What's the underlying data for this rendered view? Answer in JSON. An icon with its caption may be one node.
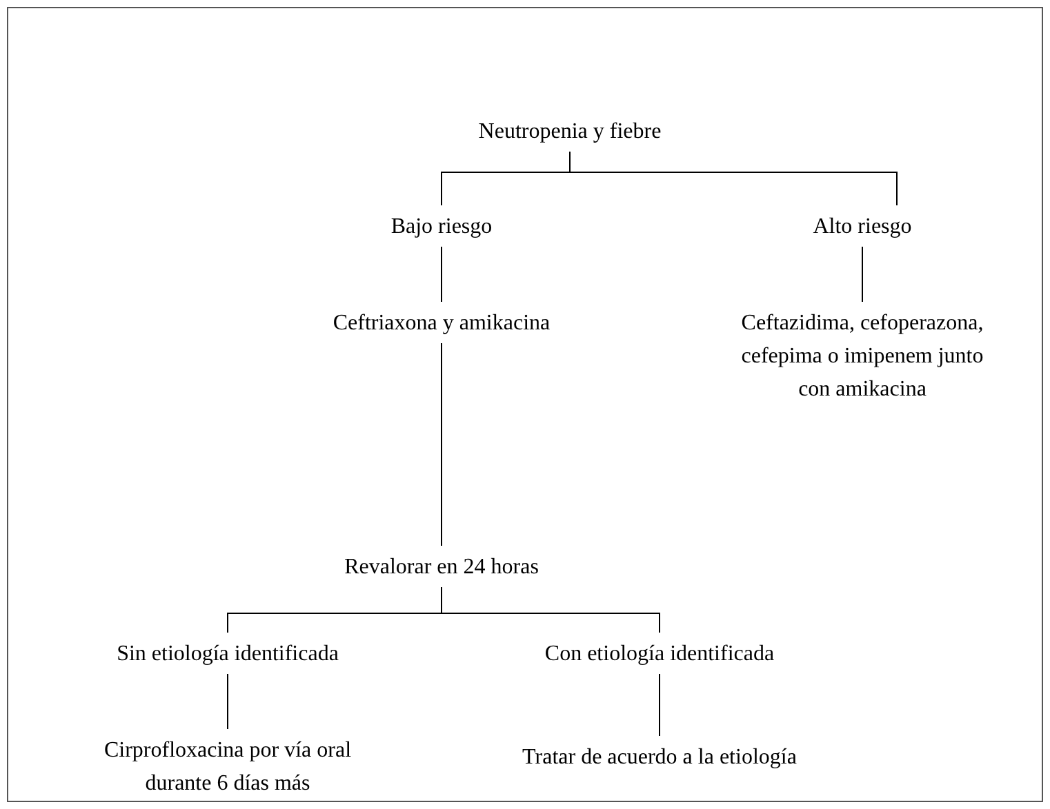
{
  "diagram": {
    "nodes": [
      {
        "text": [
          "Neutropenia y fiebre"
        ]
      },
      {
        "text": [
          "Bajo riesgo"
        ]
      },
      {
        "text": [
          "Alto riesgo"
        ]
      },
      {
        "text": [
          "Ceftriaxona y amikacina"
        ]
      },
      {
        "text": [
          "Ceftazidima, cefoperazona, cefepima o imipenem junto con amikacina"
        ]
      },
      {
        "text": [
          "Revalorar en 24 horas"
        ]
      },
      {
        "text": [
          "Sin etiología identificada"
        ]
      },
      {
        "text": [
          "Con etiología identificada"
        ]
      },
      {
        "text": [
          "Cirprofloxacina por vía oral durante 6 días más"
        ]
      },
      {
        "text": [
          "Tratar de acuerdo a la etiología"
        ]
      }
    ],
    "edges": [
      {
        "from": 0,
        "to": 1,
        "arrow": "none"
      },
      {
        "from": 0,
        "to": 2,
        "arrow": "none"
      },
      {
        "from": 1,
        "to": 3,
        "arrow": "none"
      },
      {
        "from": 2,
        "to": 4,
        "arrow": "none"
      },
      {
        "from": 3,
        "to": 5,
        "arrow": "none"
      },
      {
        "from": 5,
        "to": 6,
        "arrow": "none"
      },
      {
        "from": 5,
        "to": 7,
        "arrow": "none"
      },
      {
        "from": 6,
        "to": 8,
        "arrow": "none"
      },
      {
        "from": 7,
        "to": 9,
        "arrow": "none"
      }
    ]
  }
}
